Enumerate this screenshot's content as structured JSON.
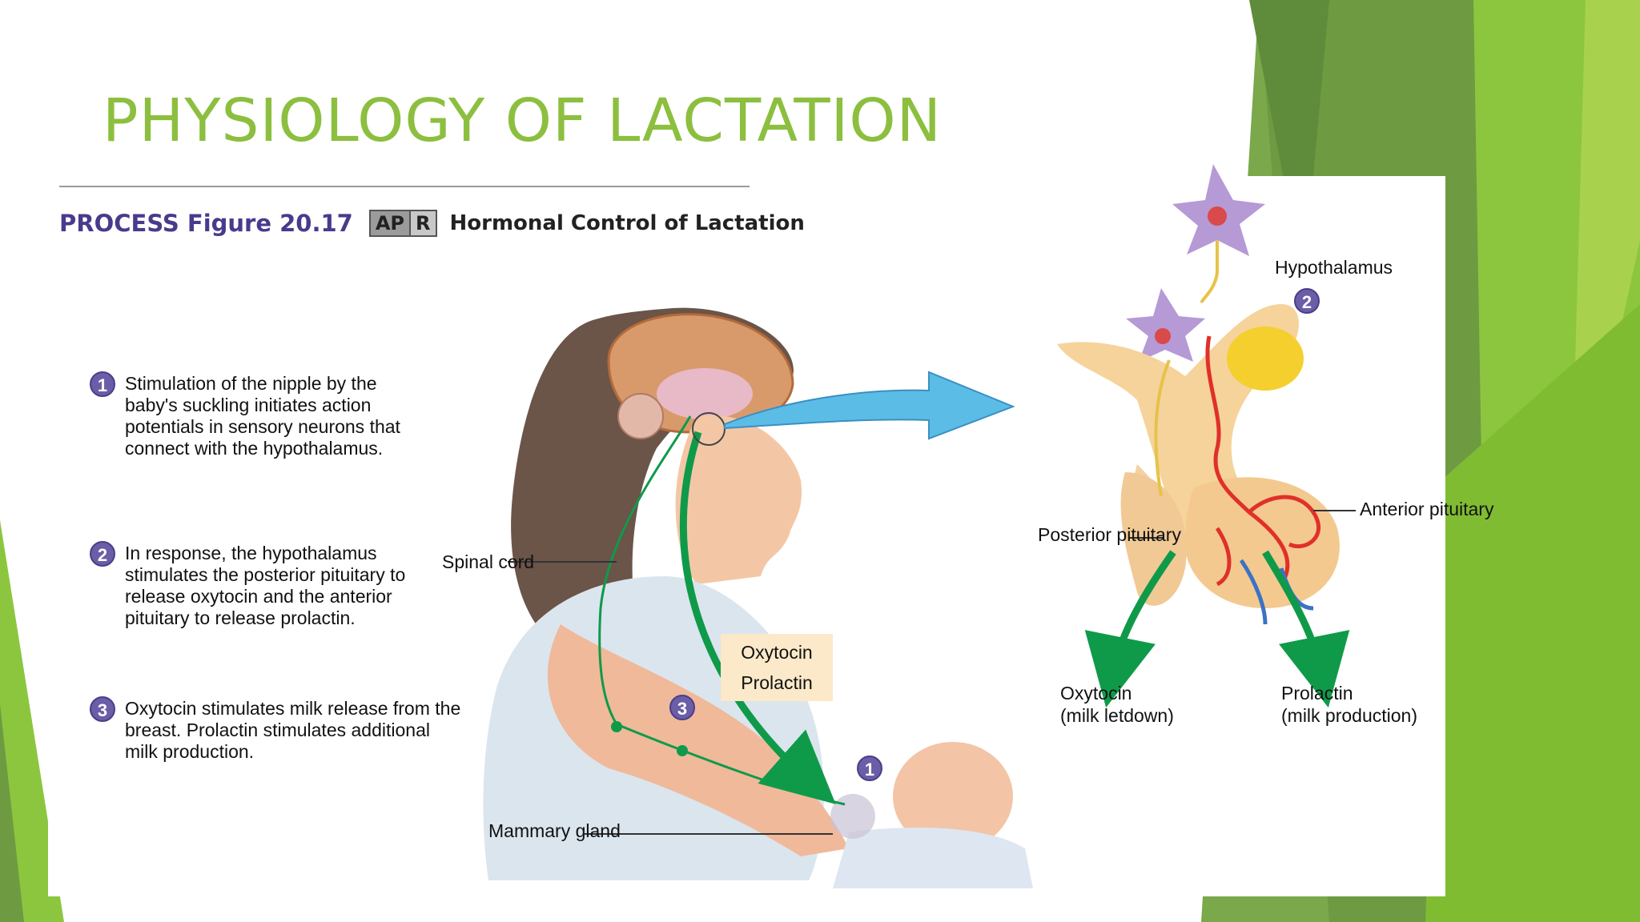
{
  "slide": {
    "title": "PHYSIOLOGY OF LACTATION",
    "title_color": "#8cbf3f"
  },
  "figure": {
    "process_label": "PROCESS Figure 20.17",
    "badge": [
      "AP",
      "R"
    ],
    "caption": "Hormonal Control of Lactation",
    "steps": [
      {
        "num": "1",
        "text": "Stimulation of the nipple by the baby's suckling initiates action potentials in sensory neurons that connect with the hypothalamus."
      },
      {
        "num": "2",
        "text": "In response, the hypothalamus stimulates the posterior pituitary to release oxytocin and the anterior pituitary to release prolactin."
      },
      {
        "num": "3",
        "text": "Oxytocin stimulates milk release from the breast. Prolactin stimulates additional milk production."
      }
    ],
    "labels": {
      "spinal_cord": "Spinal cord",
      "mammary_gland": "Mammary gland",
      "hypothalamus": "Hypothalamus",
      "posterior_pituitary": "Posterior pituitary",
      "anterior_pituitary": "Anterior pituitary",
      "oxytocin_box": "Oxytocin",
      "prolactin_box": "Prolactin",
      "oxytocin_out": "Oxytocin\n(milk letdown)",
      "prolactin_out": "Prolactin\n(milk production)"
    },
    "marker_numbers": {
      "hypothalamus": "2",
      "mid": "3",
      "nipple": "1"
    }
  },
  "colors": {
    "accent_green": "#8cbf3f",
    "process_purple": "#4a3a8c",
    "arrow_green": "#0f9a4a",
    "arrow_blue": "#5bbde6",
    "vessel_red": "#e0302a",
    "vessel_blue": "#3b73c4"
  }
}
